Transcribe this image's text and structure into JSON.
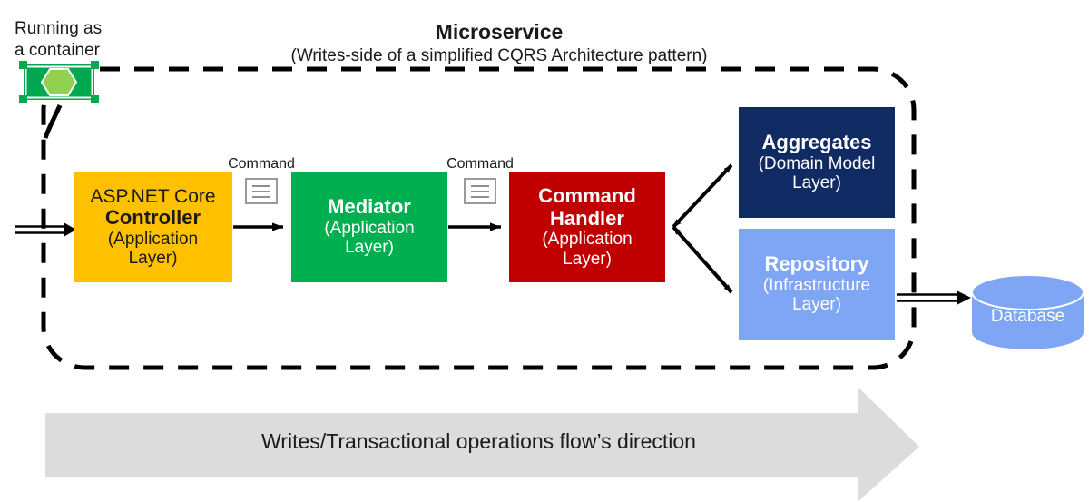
{
  "diagram": {
    "title": "Microservice",
    "subtitle": "(Writes-side of a simplified CQRS Architecture pattern)",
    "container_note": "Running as\na container",
    "container_note_line1": "Running as",
    "container_note_line2": "a container",
    "boundary_style": "dashed-rounded-rectangle"
  },
  "colors": {
    "controller": "#FFC000",
    "mediator": "#00B050",
    "command_handler": "#C00000",
    "aggregates": "#102A64",
    "repository": "#7EA6F5",
    "database": "#7EA6F5",
    "container_icon_outer": "#00A94F",
    "container_icon_hex": "#92D050",
    "flow_arrow": "#DCDCDC",
    "line": "#000000"
  },
  "nodes": [
    {
      "id": "controller",
      "title_regular": "ASP.NET Core",
      "title_bold": "Controller",
      "sub_line1": "(Application",
      "sub_line2": "Layer)"
    },
    {
      "id": "mediator",
      "title_regular": "",
      "title_bold": "Mediator",
      "sub_line1": "(Application",
      "sub_line2": "Layer)"
    },
    {
      "id": "command-handler",
      "title_regular": "",
      "title_bold_line1": "Command",
      "title_bold_line2": "Handler",
      "sub_line1": "(Application",
      "sub_line2": "Layer)"
    },
    {
      "id": "aggregates",
      "title_bold": "Aggregates",
      "sub_line1": "(Domain Model",
      "sub_line2": "Layer)"
    },
    {
      "id": "repository",
      "title_bold": "Repository",
      "sub_line1": "(Infrastructure",
      "sub_line2": "Layer)"
    }
  ],
  "database": {
    "label": "Database"
  },
  "edge_labels": {
    "command_1": "Command",
    "command_2": "Command"
  },
  "flow_arrow": {
    "label": "Writes/Transactional operations flow’s direction"
  },
  "icons": {
    "container": "container-icon",
    "command_document": "document-lines-icon"
  }
}
